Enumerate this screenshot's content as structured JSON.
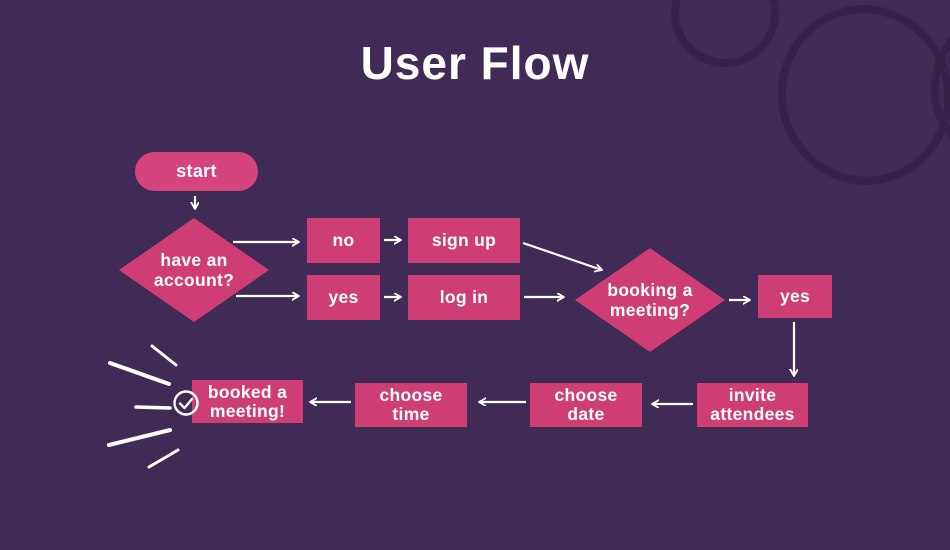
{
  "title": "User Flow",
  "colors": {
    "background": "#402b56",
    "node_pink": "#ce3d74",
    "pill_pink": "#d5447c",
    "doodle": "#352248",
    "arrow": "#ffffff",
    "text": "#ffffff"
  },
  "nodes": {
    "start": {
      "label": "start",
      "shape": "pill"
    },
    "have_account": {
      "line1": "have an",
      "line2": "account?",
      "shape": "diamond"
    },
    "no": {
      "label": "no",
      "shape": "rect"
    },
    "sign_up": {
      "label": "sign up",
      "shape": "rect"
    },
    "yes": {
      "label": "yes",
      "shape": "rect"
    },
    "log_in": {
      "label": "log in",
      "shape": "rect"
    },
    "booking_meeting": {
      "line1": "booking a",
      "line2": "meeting?",
      "shape": "diamond"
    },
    "yes_booking": {
      "label": "yes",
      "shape": "rect"
    },
    "invite_attendees": {
      "line1": "invite",
      "line2": "attendees",
      "shape": "rect"
    },
    "choose_date": {
      "line1": "choose",
      "line2": "date",
      "shape": "rect"
    },
    "choose_time": {
      "line1": "choose",
      "line2": "time",
      "shape": "rect"
    },
    "booked_meeting": {
      "line1": "booked a",
      "line2": "meeting!",
      "shape": "rect"
    }
  },
  "decorations": {
    "corner_doodle": "hand-drawn-overlapping-circles",
    "celebration_icon": "check-circle-with-rays"
  }
}
